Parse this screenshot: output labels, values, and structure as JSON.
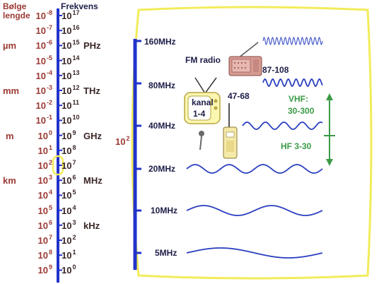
{
  "left_axis": {
    "wavelength_header": [
      "Bølge",
      "lengde"
    ],
    "frequency_header": "Frekvens",
    "wavelength_exponents": [
      "-8",
      "-7",
      "-6",
      "-5",
      "-4",
      "-3",
      "-2",
      "-1",
      "0",
      "1",
      "2",
      "3",
      "4",
      "5",
      "6",
      "7",
      "8",
      "9"
    ],
    "frequency_exponents": [
      "17",
      "16",
      "15",
      "14",
      "13",
      "12",
      "11",
      "10",
      "9",
      "8",
      "7",
      "6",
      "5",
      "4",
      "3",
      "2",
      "1",
      "0"
    ],
    "wavelength_units": [
      {
        "row": 2,
        "label": "µm"
      },
      {
        "row": 5,
        "label": "mm"
      },
      {
        "row": 8,
        "label": "m"
      },
      {
        "row": 11,
        "label": "km"
      }
    ],
    "frequency_units": [
      {
        "row": 2,
        "label": "PHz"
      },
      {
        "row": 5,
        "label": "THz"
      },
      {
        "row": 8,
        "label": "GHz"
      },
      {
        "row": 11,
        "label": "MHz"
      },
      {
        "row": 14,
        "label": "kHz"
      }
    ],
    "highlight_row": 10,
    "base": "10"
  },
  "detail": {
    "scale_label": {
      "base": "10",
      "exp": "2"
    },
    "frequency_labels": [
      "160MHz",
      "80MHz",
      "40MHz",
      "20MHz",
      "10MHz",
      "5MHz"
    ],
    "fm_radio_label": "FM radio",
    "fm_range": "87-108",
    "tv_label": [
      "kanal",
      "1-4"
    ],
    "tv_range": "47-68",
    "vhf_label": [
      "VHF:",
      "30-300"
    ],
    "hf_label": "HF  3-30",
    "colors": {
      "wavelength_text": "#9c3a34",
      "frequency_text": "#3a2626",
      "axis": "#2233cc",
      "wave": "#2a3fc0",
      "frame": "#f2ec5a",
      "band": "#3a9a46"
    }
  }
}
